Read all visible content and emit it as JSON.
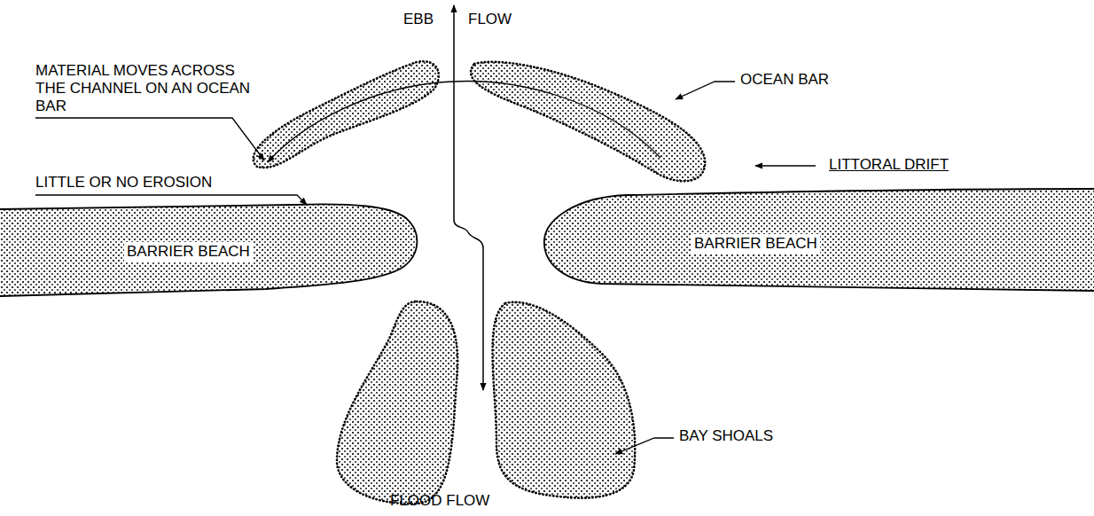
{
  "diagram": {
    "nodes": [
      {
        "text": [
          "BARRIER BEACH"
        ]
      },
      {
        "text": [
          "BARRIER BEACH"
        ]
      }
    ],
    "labels": [
      "EBB",
      "FLOW",
      "MATERIAL MOVES ACROSS THE CHANNEL ON AN OCEAN BAR",
      "OCEAN BAR",
      "LITTORAL DRIFT",
      "LITTLE OR NO EROSION",
      "BAY SHOALS",
      "FLOOD FLOW"
    ]
  }
}
